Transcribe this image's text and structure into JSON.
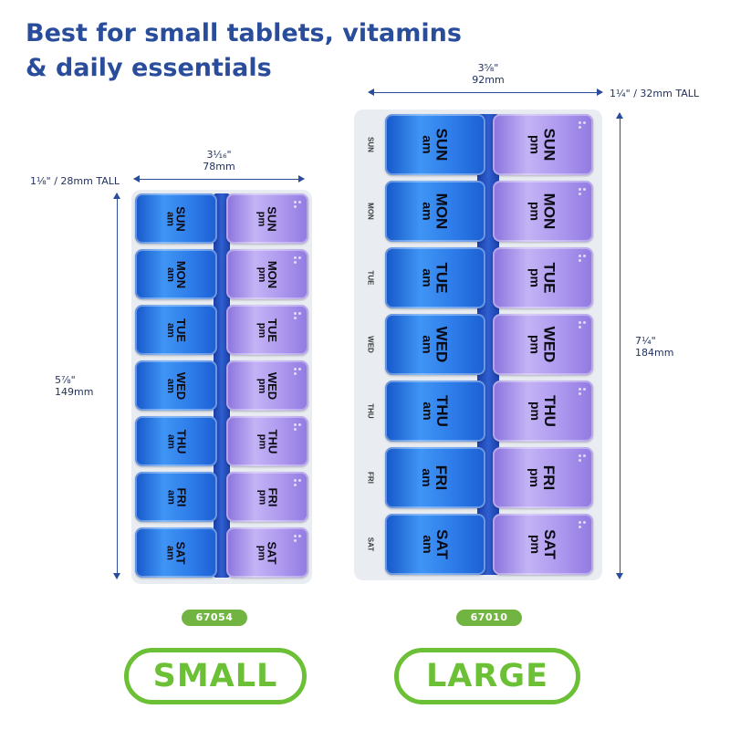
{
  "headline": {
    "line1": "Best for small tablets, vitamins",
    "line2": "& daily essentials"
  },
  "small": {
    "width_label": "3¹⁄₁₆\"",
    "width_mm": "78mm",
    "tall_label": "1⅛\" / 28mm TALL",
    "length_label": "5⅞\"",
    "length_mm": "149mm",
    "model": "67054",
    "size_name": "SMALL"
  },
  "large": {
    "width_label": "3⅝\"",
    "width_mm": "92mm",
    "tall_label": "1¼\" / 32mm TALL",
    "length_label": "7¼\"",
    "length_mm": "184mm",
    "model": "67010",
    "size_name": "LARGE"
  },
  "days": [
    "SUN",
    "MON",
    "TUE",
    "WED",
    "THU",
    "FRI",
    "SAT"
  ],
  "am_label": "am",
  "pm_label": "pm",
  "colors": {
    "headline": "#2a4d9b",
    "am_lid": "#2d7ae8",
    "pm_lid": "#ab96ee",
    "accent_green": "#6bc036",
    "code_pill": "#72b442"
  }
}
